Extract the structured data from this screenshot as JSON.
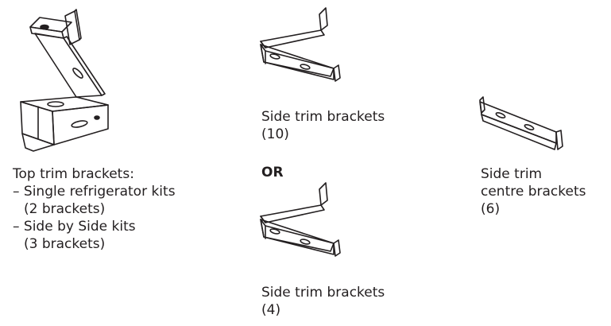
{
  "top_trim": {
    "heading": "Top trim brackets:",
    "single_label": "– Single refrigerator kits",
    "single_count": "(2 brackets)",
    "sbs_label": "– Side by Side kits",
    "sbs_count": "(3 brackets)"
  },
  "side_trim_a": {
    "label": "Side trim brackets",
    "count": "(10)"
  },
  "or_label": "OR",
  "side_trim_b": {
    "label": "Side trim brackets",
    "count": "(4)"
  },
  "side_trim_centre": {
    "line1": "Side trim",
    "line2": "centre brackets",
    "count": "(6)"
  }
}
